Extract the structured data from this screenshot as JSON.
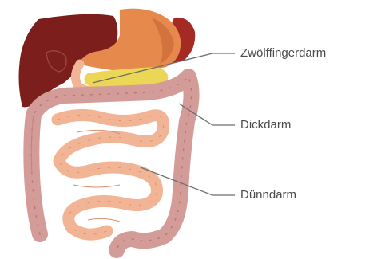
{
  "labels": {
    "duodenum": "Zwölffingerdarm",
    "colon": "Dickdarm",
    "small_intestine": "Dünndarm"
  },
  "colors": {
    "liver": "#7c1f1c",
    "stomach": "#e58a4c",
    "spleen": "#a42a23",
    "pancreas": "#ecd655",
    "colon": "#d49c98",
    "small_intestine": "#f1b494",
    "leader_line": "#6e6e6e"
  }
}
